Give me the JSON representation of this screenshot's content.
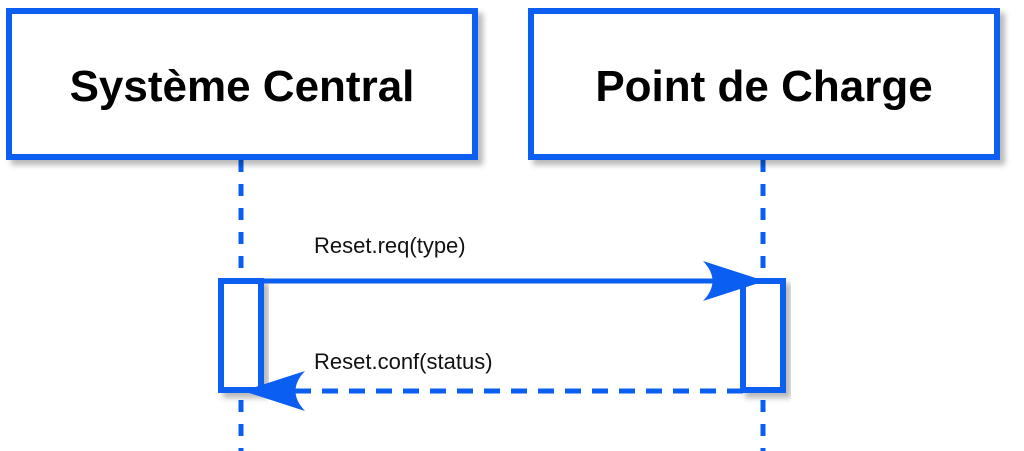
{
  "diagram": {
    "accent_color": "#0a5ff2",
    "participants": [
      {
        "id": "central",
        "label": "Système Central"
      },
      {
        "id": "charge",
        "label": "Point de Charge"
      }
    ],
    "messages": [
      {
        "from": "central",
        "to": "charge",
        "label": "Reset.req(type)",
        "style": "solid"
      },
      {
        "from": "charge",
        "to": "central",
        "label": "Reset.conf(status)",
        "style": "dashed"
      }
    ]
  }
}
